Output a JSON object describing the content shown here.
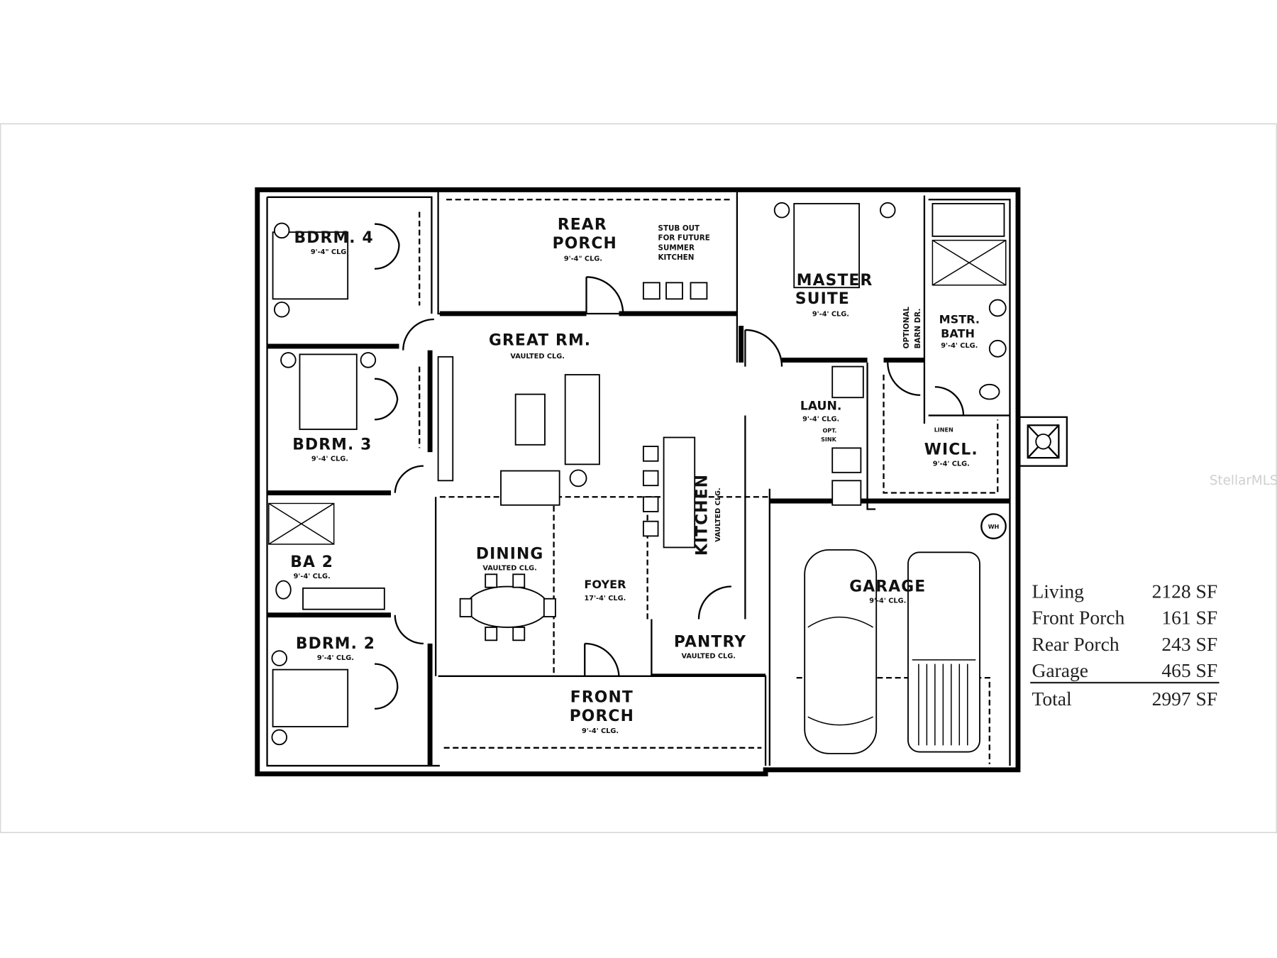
{
  "rooms": {
    "bdrm4": {
      "name": "BDRM. 4",
      "ceiling": "9'-4\" CLG."
    },
    "rear_porch": {
      "name_line1": "REAR",
      "name_line2": "PORCH",
      "ceiling": "9'-4\" CLG."
    },
    "master": {
      "name_line1": "MASTER",
      "name_line2": "SUITE",
      "ceiling": "9'-4' CLG."
    },
    "mstr_bath": {
      "name_line1": "MSTR.",
      "name_line2": "BATH",
      "ceiling": "9'-4' CLG."
    },
    "great": {
      "name": "GREAT RM.",
      "ceiling": "VAULTED CLG."
    },
    "bdrm3": {
      "name": "BDRM. 3",
      "ceiling": "9'-4' CLG."
    },
    "laun": {
      "name": "LAUN.",
      "ceiling": "9'-4' CLG."
    },
    "wicl": {
      "name": "WICL.",
      "ceiling": "9'-4' CLG."
    },
    "kitchen": {
      "name": "KITCHEN",
      "ceiling": "VAULTED CLG."
    },
    "ba2": {
      "name": "BA 2",
      "ceiling": "9'-4' CLG."
    },
    "dining": {
      "name": "DINING",
      "ceiling": "VAULTED CLG."
    },
    "foyer": {
      "name": "FOYER",
      "ceiling": "17'-4' CLG."
    },
    "garage": {
      "name": "GARAGE",
      "ceiling": "9'-4' CLG."
    },
    "bdrm2": {
      "name": "BDRM. 2",
      "ceiling": "9'-4' CLG."
    },
    "pantry": {
      "name": "PANTRY",
      "ceiling": "VAULTED CLG."
    },
    "front_porch": {
      "name_line1": "FRONT",
      "name_line2": "PORCH",
      "ceiling": "9'-4' CLG."
    }
  },
  "notes": {
    "stub_out": [
      "STUB OUT",
      "FOR FUTURE",
      "SUMMER",
      "KITCHEN"
    ],
    "barn_door": [
      "OPTIONAL",
      "BARN DR."
    ],
    "opt_sink": [
      "OPT.",
      "SINK"
    ],
    "linen": "LINEN",
    "water_heater": "WH"
  },
  "area_table": {
    "rows": [
      {
        "label": "Living",
        "value": "2128 SF"
      },
      {
        "label": "Front Porch",
        "value": "161 SF"
      },
      {
        "label": "Rear Porch",
        "value": "243 SF"
      },
      {
        "label": "Garage",
        "value": "465 SF"
      }
    ],
    "total": {
      "label": "Total",
      "value": "2997 SF"
    }
  },
  "watermark": "StellarMLS"
}
